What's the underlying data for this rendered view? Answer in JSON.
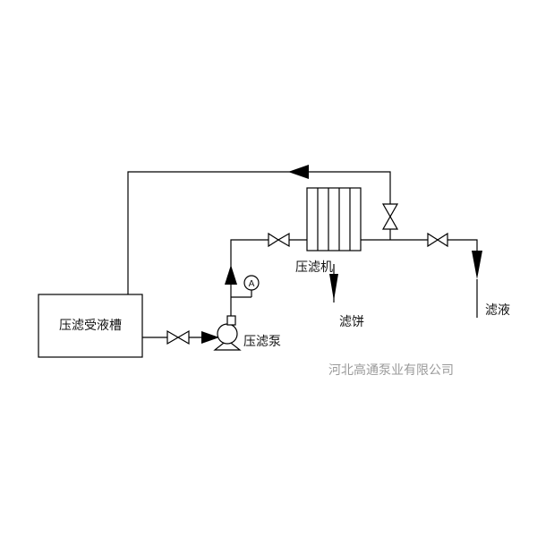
{
  "labels": {
    "tank": "压滤受液槽",
    "pump": "压滤泵",
    "filter_press": "压滤机",
    "filter_cake": "滤饼",
    "filtrate": "滤液",
    "gauge": "A"
  },
  "watermark": "河北高通泵业有限公司",
  "colors": {
    "line": "#000000",
    "background": "#ffffff",
    "watermark": "#9a9a9a"
  },
  "icons": [
    "gate-valve-icon",
    "centrifugal-pump-icon",
    "pressure-gauge-icon",
    "flow-arrow-icon"
  ]
}
